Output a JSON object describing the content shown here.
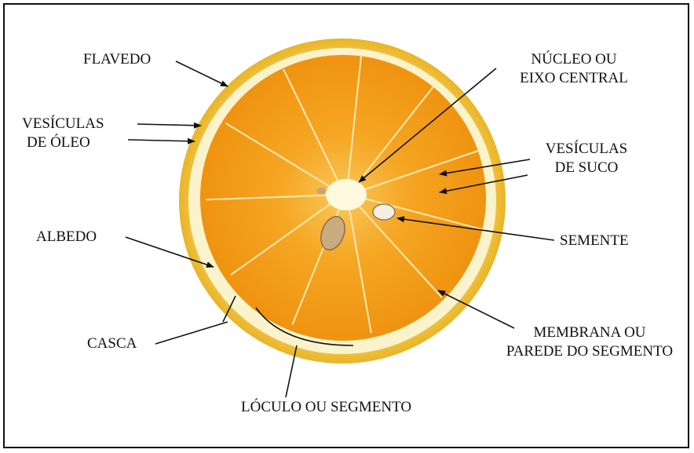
{
  "labels": {
    "flavedo": "FLAVEDO",
    "vesiculas_oleo_1": "VESÍCULAS",
    "vesiculas_oleo_2": "DE ÓLEO",
    "albedo": "ALBEDO",
    "casca": "CASCA",
    "nucleo_1": "NÚCLEO OU",
    "nucleo_2": "EIXO CENTRAL",
    "vesiculas_suco_1": "VESÍCULAS",
    "vesiculas_suco_2": "DE SUCO",
    "semente": "SEMENTE",
    "membrana_1": "MEMBRANA OU",
    "membrana_2": "PAREDE DO SEGMENTO",
    "loculo": "LÓCULO OU SEGMENTO"
  },
  "colors": {
    "flavedo": "#f2c230",
    "albedo": "#fbf4cf",
    "pulp": "#f39a12",
    "pulp_light": "#f7b641",
    "core": "#fffbe8",
    "seed": "#c9ae86",
    "line": "#111111"
  }
}
